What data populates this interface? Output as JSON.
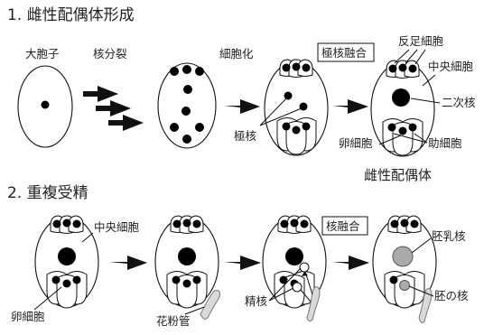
{
  "section1": {
    "title": "1. 雌性配偶体形成",
    "stage_labels": [
      "大胞子",
      "核分裂",
      "細胞化"
    ],
    "box_label": "極核融合",
    "part_labels": {
      "antipodal": "反足細胞",
      "central": "中央細胞",
      "secondary": "二次核",
      "polar": "極核",
      "egg": "卵細胞",
      "synergid": "助細胞"
    },
    "result_label": "雌性配偶体"
  },
  "section2": {
    "title": "2. 重複受精",
    "box_label": "核融合",
    "part_labels": {
      "central": "中央細胞",
      "egg": "卵細胞",
      "pollen_tube": "花粉管",
      "sperm": "精核",
      "endosperm": "胚乳核",
      "embryo": "胚の核"
    }
  },
  "colors": {
    "ink": "#111111",
    "nucleus": "#000000",
    "fused_nucleus_after": "#aaaaaa",
    "pollen_tube_fill": "#d9d9d9"
  }
}
